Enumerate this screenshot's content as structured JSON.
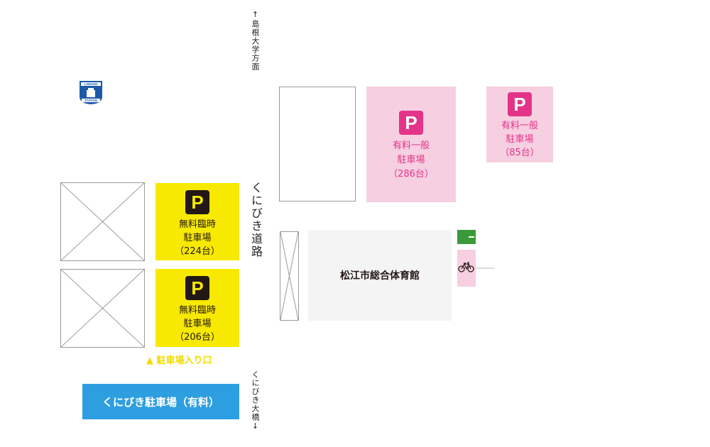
{
  "directions": {
    "top_arrow": "↑",
    "top_label": "島根大学方面",
    "bottom_label": "くにびき大橋",
    "bottom_arrow": "↓"
  },
  "road": {
    "label": "くにびき道路"
  },
  "lawson": {
    "line1": "LAWSON",
    "line2": "STATION"
  },
  "parking_free": [
    {
      "icon": "P",
      "line1": "無料臨時",
      "line2": "駐車場",
      "line3": "（224台）"
    },
    {
      "icon": "P",
      "line1": "無料臨時",
      "line2": "駐車場",
      "line3": "（206台）"
    }
  ],
  "parking_paid": [
    {
      "icon": "P",
      "line1": "有料一般",
      "line2": "駐車場",
      "line3": "（286台）"
    },
    {
      "icon": "P",
      "line1": "有料一般",
      "line2": "駐車場",
      "line3": "（85台）"
    }
  ],
  "gym": {
    "label": "松江市総合体育館"
  },
  "entrance": {
    "marker": "▲",
    "label": "駐車場入り口"
  },
  "kunibiki_parking": {
    "label": "くにびき駐車場（有料）"
  },
  "bicycle": {
    "icon": "bicycle-icon"
  },
  "colors": {
    "free_parking": "#f7e900",
    "paid_parking": "#f6cfe1",
    "paid_accent": "#e4348a",
    "kunibiki_button": "#2d9ee0",
    "green_marker": "#3a9a3a"
  }
}
